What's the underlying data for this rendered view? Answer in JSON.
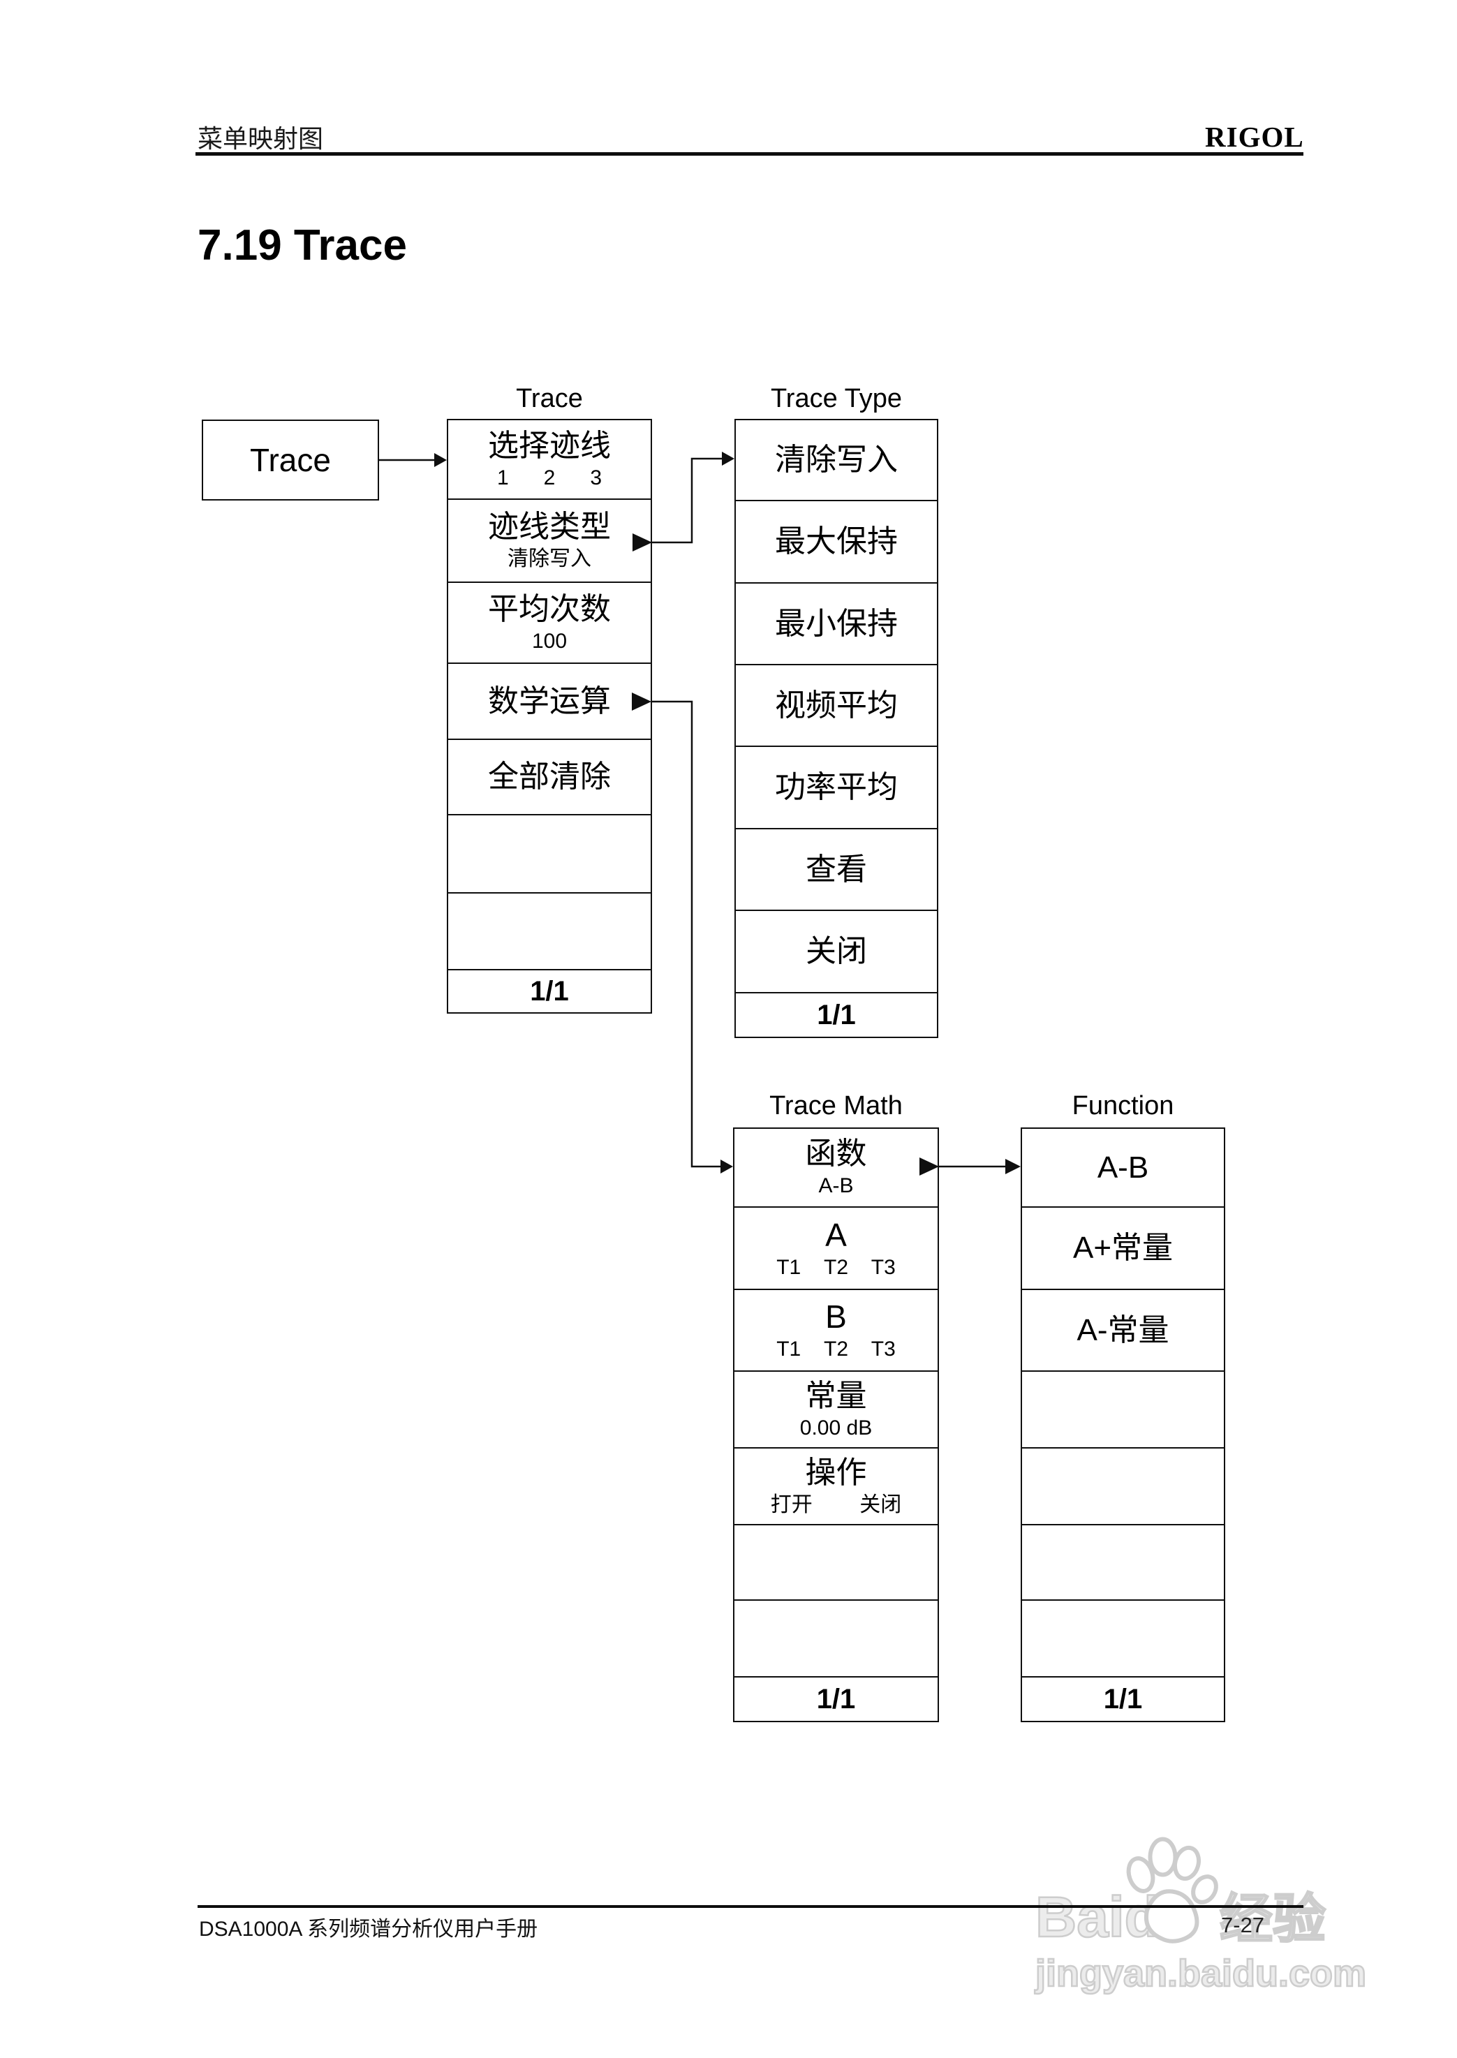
{
  "page": {
    "header_left": "菜单映射图",
    "brand": "RIGOL",
    "title": "7.19 Trace",
    "footer_left": "DSA1000A 系列频谱分析仪用户手册",
    "page_number": "7-27"
  },
  "diagram": {
    "root": {
      "label": "Trace"
    },
    "columns": {
      "trace": {
        "header": "Trace",
        "rows": [
          {
            "main": "选择迹线",
            "sub": "1      2      3"
          },
          {
            "main": "迹线类型",
            "sub": "清除写入"
          },
          {
            "main": "平均次数",
            "sub": "100"
          },
          {
            "main": "数学运算"
          },
          {
            "main": "全部清除"
          },
          {},
          {}
        ],
        "pager": "1/1"
      },
      "trace_type": {
        "header": "Trace Type",
        "rows": [
          {
            "main": "清除写入"
          },
          {
            "main": "最大保持"
          },
          {
            "main": "最小保持"
          },
          {
            "main": "视频平均"
          },
          {
            "main": "功率平均"
          },
          {
            "main": "查看"
          },
          {
            "main": "关闭"
          }
        ],
        "pager": "1/1"
      },
      "trace_math": {
        "header": "Trace Math",
        "rows": [
          {
            "main": "函数",
            "sub": "A-B"
          },
          {
            "main": "A",
            "sub": "T1    T2    T3"
          },
          {
            "main": "B",
            "sub": "T1    T2    T3"
          },
          {
            "main": "常量",
            "sub": "0.00 dB"
          },
          {
            "main": "操作",
            "sub": "打开         关闭"
          },
          {},
          {}
        ],
        "pager": "1/1"
      },
      "function": {
        "header": "Function",
        "rows": [
          {
            "main": "A-B"
          },
          {
            "main": "A+常量"
          },
          {
            "main": "A-常量"
          },
          {},
          {},
          {},
          {}
        ],
        "pager": "1/1"
      }
    }
  },
  "watermark": {
    "brand": "Baidu",
    "suffix": "经验",
    "url": "jingyan.baidu.com",
    "paw_icon": "baidu-paw",
    "color": "#cdcdcd"
  }
}
